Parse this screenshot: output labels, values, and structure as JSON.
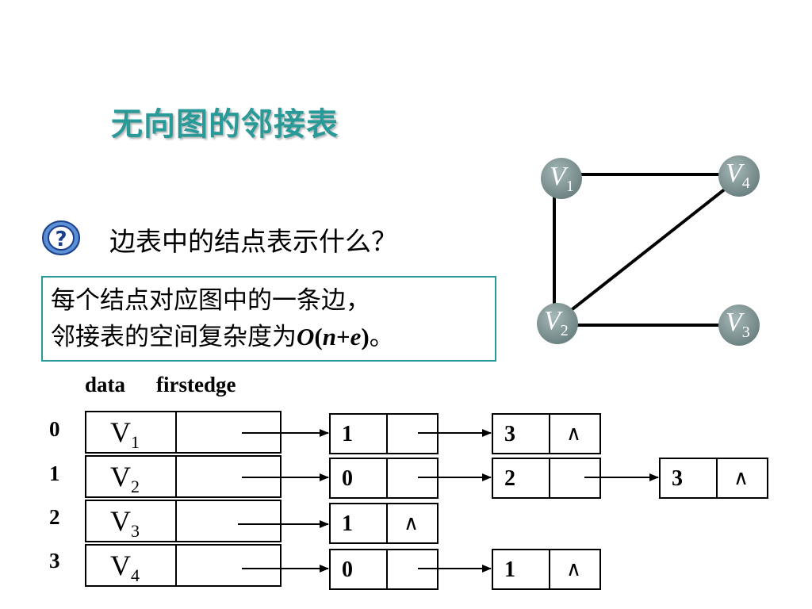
{
  "title": "无向图的邻接表",
  "question": "边表中的结点表示什么？",
  "answer": {
    "line1": "每个结点对应图中的一条边，",
    "line2_prefix": "邻接表的空间复杂度为",
    "o": "O",
    "paren_open": "(",
    "n": "n",
    "plus": "+",
    "e": "e",
    "paren_close": ")",
    "suffix": "。"
  },
  "header": {
    "data": "data",
    "firstedge": "firstedge"
  },
  "indices": [
    "0",
    "1",
    "2",
    "3"
  ],
  "vertices": [
    {
      "base": "V",
      "sub": "1"
    },
    {
      "base": "V",
      "sub": "2"
    },
    {
      "base": "V",
      "sub": "3"
    },
    {
      "base": "V",
      "sub": "4"
    }
  ],
  "edge_lists": [
    [
      "1",
      "3"
    ],
    [
      "0",
      "2",
      "3"
    ],
    [
      "1"
    ],
    [
      "0",
      "1"
    ]
  ],
  "null_symbol": "∧",
  "graph": {
    "nodes": [
      {
        "base": "V",
        "sub": "1"
      },
      {
        "base": "V",
        "sub": "4"
      },
      {
        "base": "V",
        "sub": "2"
      },
      {
        "base": "V",
        "sub": "3"
      }
    ],
    "edges": [
      [
        "V1",
        "V4"
      ],
      [
        "V1",
        "V2"
      ],
      [
        "V2",
        "V4"
      ],
      [
        "V2",
        "V3"
      ]
    ],
    "node_color": "#7f9393"
  },
  "colors": {
    "accent": "#2a9a98"
  }
}
